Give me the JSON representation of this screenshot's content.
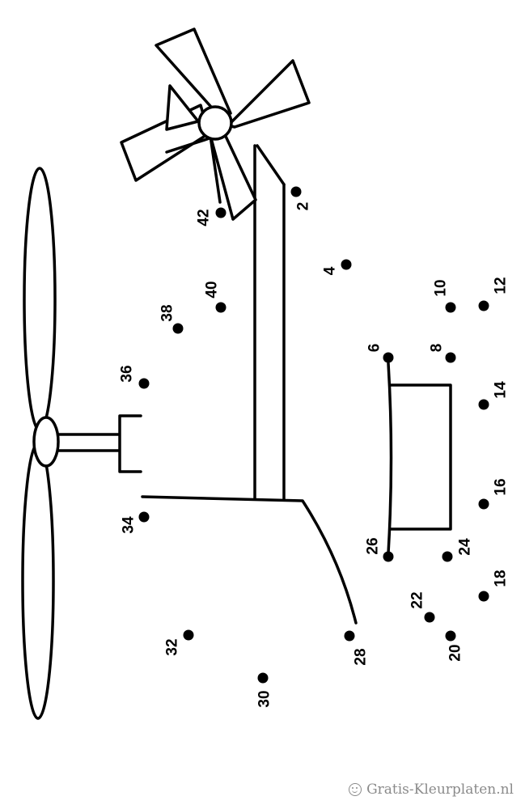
{
  "dots": [
    {
      "label": "2"
    },
    {
      "label": "4"
    },
    {
      "label": "6"
    },
    {
      "label": "8"
    },
    {
      "label": "10"
    },
    {
      "label": "12"
    },
    {
      "label": "14"
    },
    {
      "label": "16"
    },
    {
      "label": "18"
    },
    {
      "label": "20"
    },
    {
      "label": "22"
    },
    {
      "label": "24"
    },
    {
      "label": "26"
    },
    {
      "label": "28"
    },
    {
      "label": "30"
    },
    {
      "label": "32"
    },
    {
      "label": "34"
    },
    {
      "label": "36"
    },
    {
      "label": "38"
    },
    {
      "label": "40"
    },
    {
      "label": "42"
    }
  ],
  "footer": {
    "icon": "smiley-icon",
    "text": "Gratis-Kleurplaten.nl"
  }
}
